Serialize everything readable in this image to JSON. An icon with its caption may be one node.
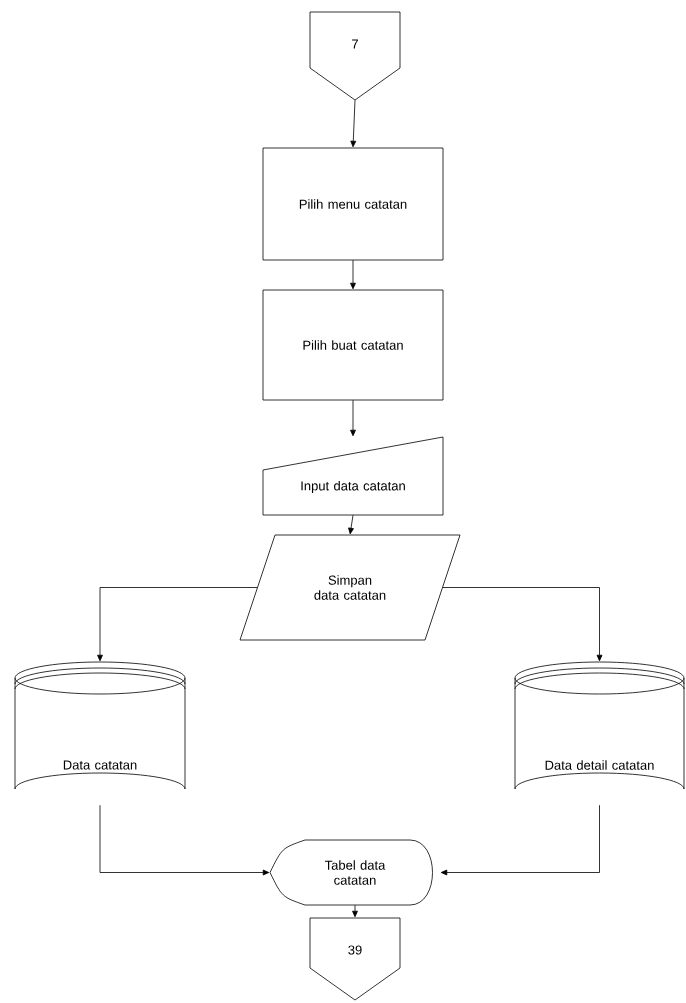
{
  "diagram": {
    "nodes": [
      {
        "text": [
          "7"
        ]
      },
      {
        "text": [
          "Pilih menu catatan"
        ]
      },
      {
        "text": [
          "Pilih buat catatan"
        ]
      },
      {
        "text": [
          "Input data catatan"
        ]
      },
      {
        "text": [
          "Simpan data catatan"
        ]
      },
      {
        "text": [
          "Data catatan"
        ]
      },
      {
        "text": [
          "Data detail catatan"
        ]
      },
      {
        "text": [
          "Tabel data catatan"
        ]
      },
      {
        "text": [
          "39"
        ]
      }
    ],
    "edges": [
      {
        "from": 0,
        "to": 1,
        "arrow": "to"
      },
      {
        "from": 1,
        "to": 2,
        "arrow": "to"
      },
      {
        "from": 2,
        "to": 3,
        "arrow": "to"
      },
      {
        "from": 3,
        "to": 4,
        "arrow": "to"
      },
      {
        "from": 4,
        "to": 5,
        "arrow": "to"
      },
      {
        "from": 4,
        "to": 6,
        "arrow": "to"
      },
      {
        "from": 5,
        "to": 7,
        "arrow": "to"
      },
      {
        "from": 6,
        "to": 7,
        "arrow": "to"
      },
      {
        "from": 7,
        "to": 8,
        "arrow": "to"
      }
    ]
  }
}
